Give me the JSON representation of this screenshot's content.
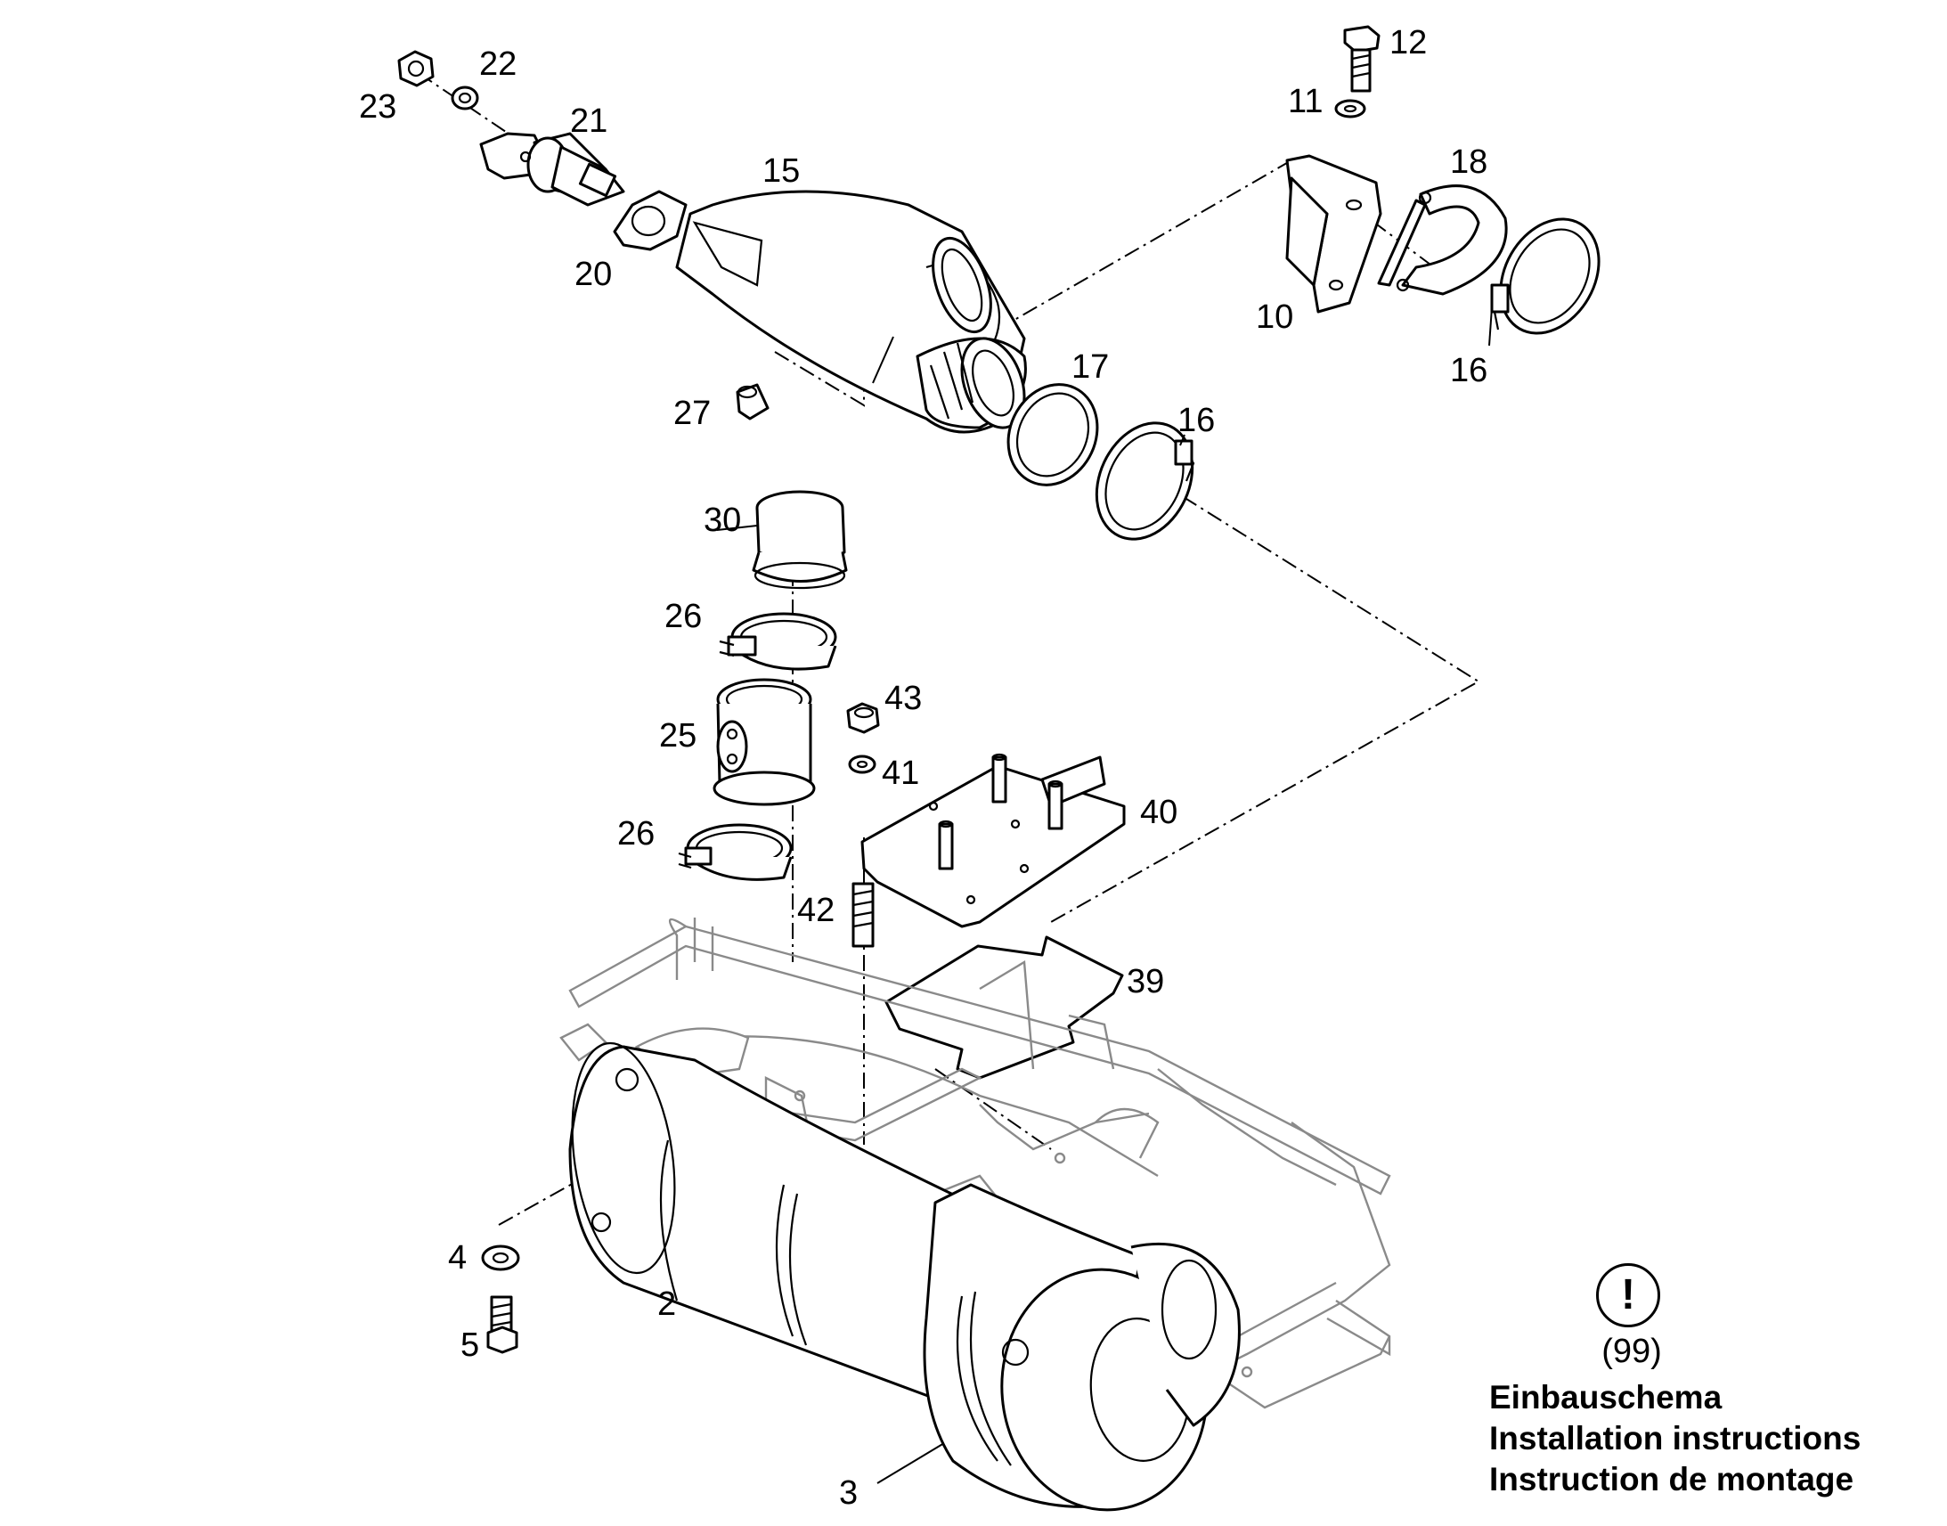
{
  "callouts": {
    "c2": "2",
    "c3": "3",
    "c4": "4",
    "c5": "5",
    "c10": "10",
    "c11": "11",
    "c12": "12",
    "c15": "15",
    "c16a": "16",
    "c16b": "16",
    "c17": "17",
    "c18": "18",
    "c20": "20",
    "c21": "21",
    "c22": "22",
    "c23": "23",
    "c25": "25",
    "c26a": "26",
    "c26b": "26",
    "c27": "27",
    "c30": "30",
    "c39": "39",
    "c40": "40",
    "c41": "41",
    "c42": "42",
    "c43": "43"
  },
  "legend": {
    "icon": "!",
    "code": "(99)",
    "line1": "Einbauschema",
    "line2": "Installation instructions",
    "line3": "Instruction de montage"
  }
}
